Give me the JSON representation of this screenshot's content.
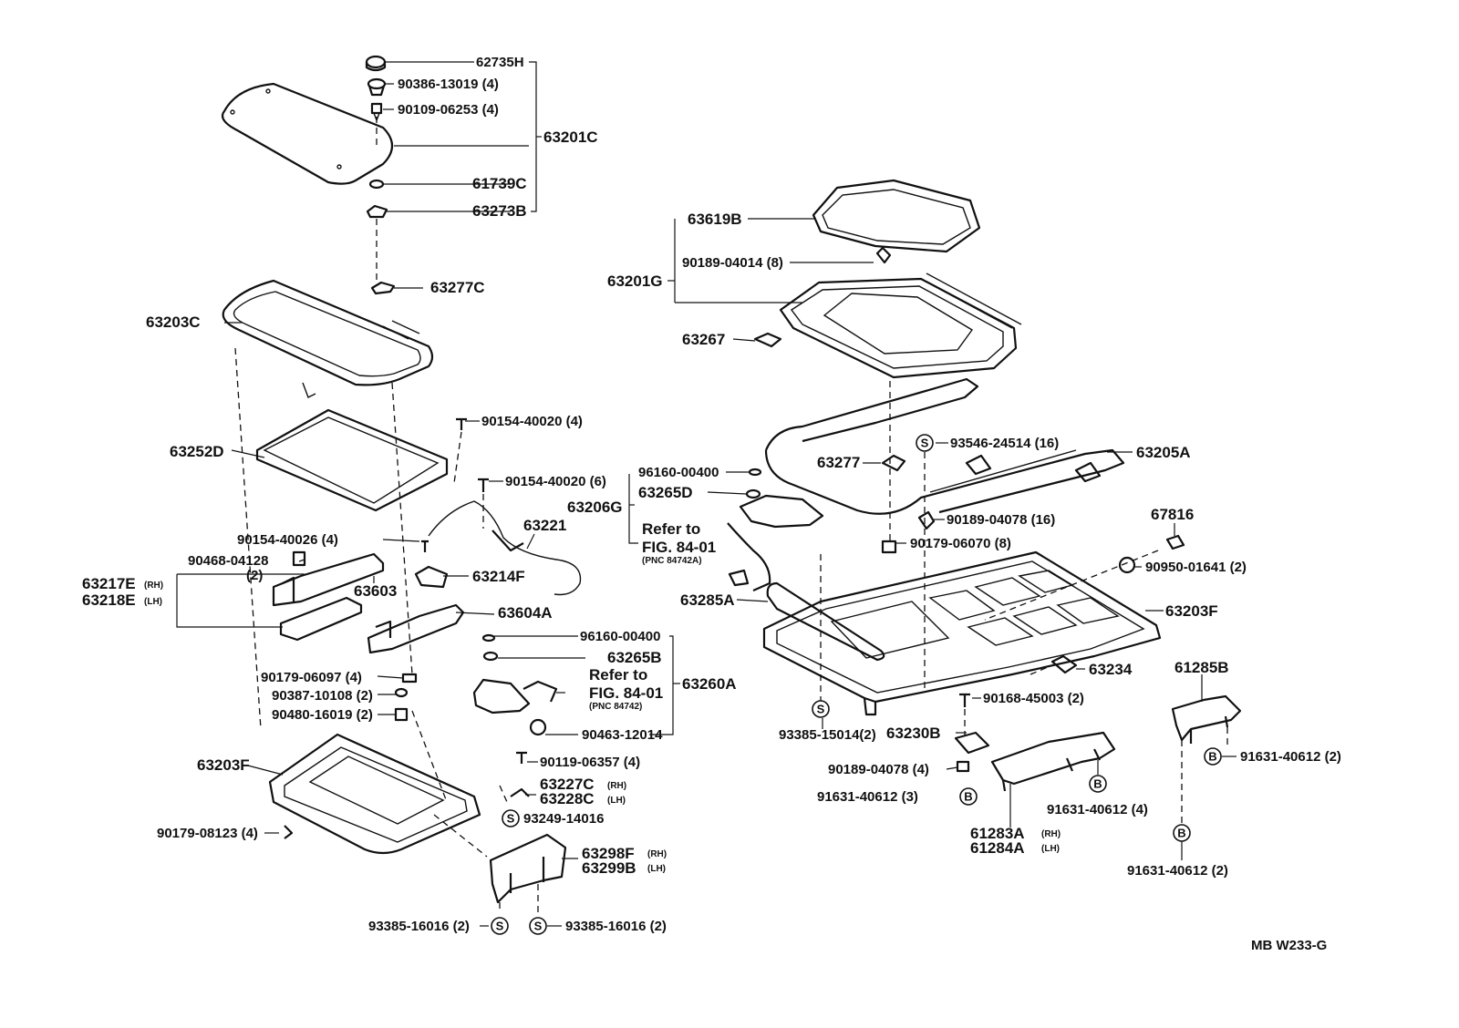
{
  "diagram": {
    "labels": {
      "p62735H": "62735H",
      "p90386_13019": "90386-13019 (4)",
      "p90109_06253": "90109-06253 (4)",
      "p63201C": "63201C",
      "p61739C": "61739C",
      "p63273B": "63273B",
      "p63277C": "63277C",
      "p63203C": "63203C",
      "p63252D": "63252D",
      "p90154_40020_4": "90154-40020 (4)",
      "p90154_40020_6": "90154-40020 (6)",
      "p63221": "63221",
      "p90154_40026": "90154-40026 (4)",
      "p90468_04128": "90468-04128",
      "p90468_qty": "(2)",
      "p63217E": "63217E",
      "p63218E": "63218E",
      "p63603": "63603",
      "p63214F": "63214F",
      "p63604A": "63604A",
      "p96160_00400_b": "96160-00400",
      "p63265B": "63265B",
      "p63260A": "63260A",
      "p90179_06097": "90179-06097 (4)",
      "p90387_10108": "90387-10108 (2)",
      "p90480_16019": "90480-16019 (2)",
      "p90463_12014": "90463-12014",
      "p90119_06357": "90119-06357 (4)",
      "p63227C": "63227C",
      "p63228C": "63228C",
      "p93249_14016": "93249-14016",
      "p63203F_left": "63203F",
      "p90179_08123": "90179-08123 (4)",
      "p63298F": "63298F",
      "p63299B": "63299B",
      "p93385_16016_a": "93385-16016 (2)",
      "p93385_16016_b": "93385-16016 (2)",
      "p63619B": "63619B",
      "p90189_04014": "90189-04014 (8)",
      "p63201G": "63201G",
      "p63267": "63267",
      "p93546_24514": "93546-24514 (16)",
      "p63205A": "63205A",
      "p63277": "63277",
      "p96160_00400_a": "96160-00400",
      "p63265D": "63265D",
      "p63206G": "63206G",
      "p90189_04078_16": "90189-04078 (16)",
      "p90179_06070": "90179-06070 (8)",
      "p67816": "67816",
      "p90950_01641": "90950-01641 (2)",
      "p63285A": "63285A",
      "p63203F_right": "63203F",
      "p63234": "63234",
      "p61285B": "61285B",
      "p90168_45003": "90168-45003 (2)",
      "p93385_15014": "93385-15014(2)",
      "p63230B": "63230B",
      "p91631_40612_r": "91631-40612 (2)",
      "p90189_04078_4": "90189-04078 (4)",
      "p91631_40612_3": "91631-40612 (3)",
      "p91631_40612_4": "91631-40612 (4)",
      "p61283A": "61283A",
      "p61284A": "61284A",
      "p91631_40612_b": "91631-40612 (2)",
      "doc_code": "MB  W233-G"
    },
    "small": {
      "rh": "(RH)",
      "lh": "(LH)",
      "pnc_a": "(PNC 84742A)",
      "pnc_b": "(PNC 84742)"
    },
    "refer": {
      "refer_to": "Refer to",
      "fig": "FIG. 84-01"
    },
    "circles": {
      "s": "S",
      "b": "B"
    }
  }
}
